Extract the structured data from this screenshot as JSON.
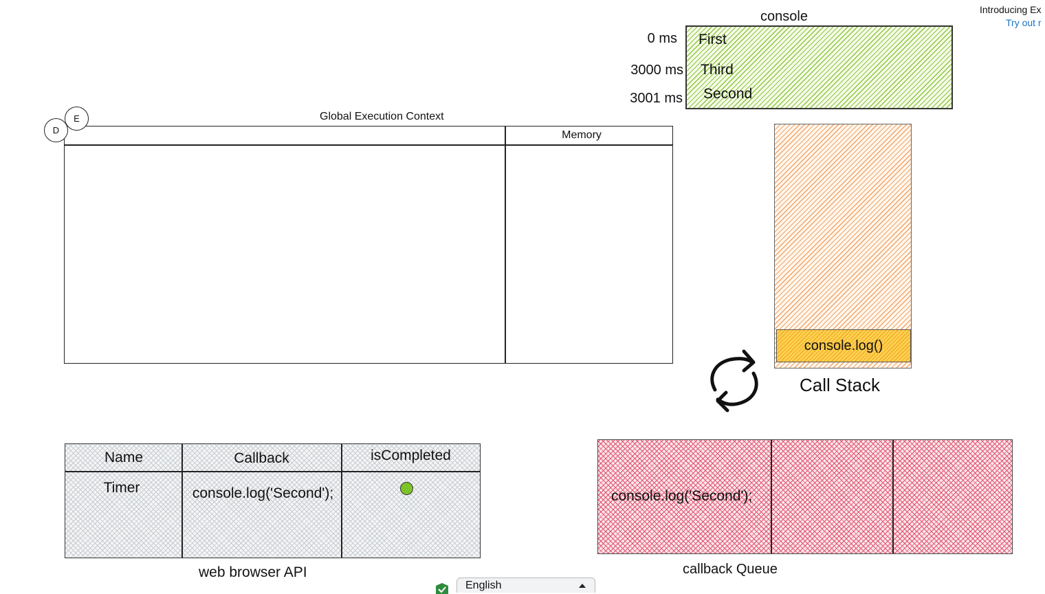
{
  "banner": {
    "line1": "Introducing Ex",
    "line2": "Try out r"
  },
  "console": {
    "title": "console",
    "entries": [
      {
        "time": "0 ms",
        "text": "First"
      },
      {
        "time": "3000 ms",
        "text": "Third"
      },
      {
        "time": "3001 ms",
        "text": "Second"
      }
    ]
  },
  "gec": {
    "title": "Global Execution Context",
    "memory_label": "Memory",
    "circle_d": "D",
    "circle_e": "E"
  },
  "call_stack": {
    "frame": "console.log()",
    "label": "Call Stack"
  },
  "web_api": {
    "headers": [
      "Name",
      "Callback",
      "isCompleted"
    ],
    "row": {
      "name": "Timer",
      "callback": "console.log('Second');"
    },
    "label": "web browser API",
    "status_color": "#7cc427"
  },
  "queue": {
    "item": "console.log('Second');",
    "label": "callback Queue"
  },
  "language": {
    "selected": "English"
  },
  "colors": {
    "console_hatch": "#8cc63f",
    "stack_hatch": "#f1a366",
    "frame_fill": "#ffd24d",
    "queue_hatch": "#e0526e",
    "api_hatch": "#c7cbd0"
  }
}
